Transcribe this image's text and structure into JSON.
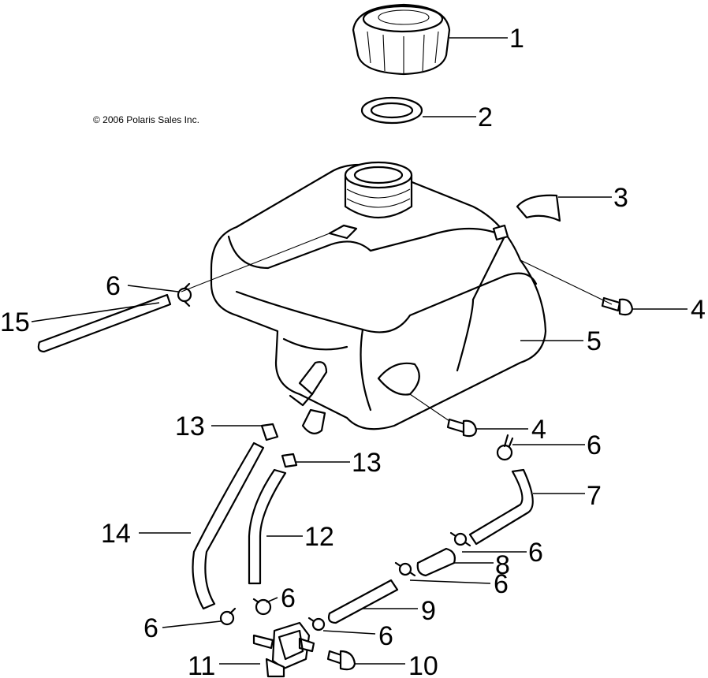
{
  "copyright": "© 2006 Polaris Sales Inc.",
  "callouts": {
    "c1": "1",
    "c2": "2",
    "c3": "3",
    "c4a": "4",
    "c4b": "4",
    "c5": "5",
    "c6a": "6",
    "c6b": "6",
    "c6c": "6",
    "c6d": "6",
    "c6e": "6",
    "c6f": "6",
    "c6g": "6",
    "c7": "7",
    "c8": "8",
    "c9": "9",
    "c10": "10",
    "c11": "11",
    "c12": "12",
    "c13a": "13",
    "c13b": "13",
    "c14": "14",
    "c15": "15"
  }
}
